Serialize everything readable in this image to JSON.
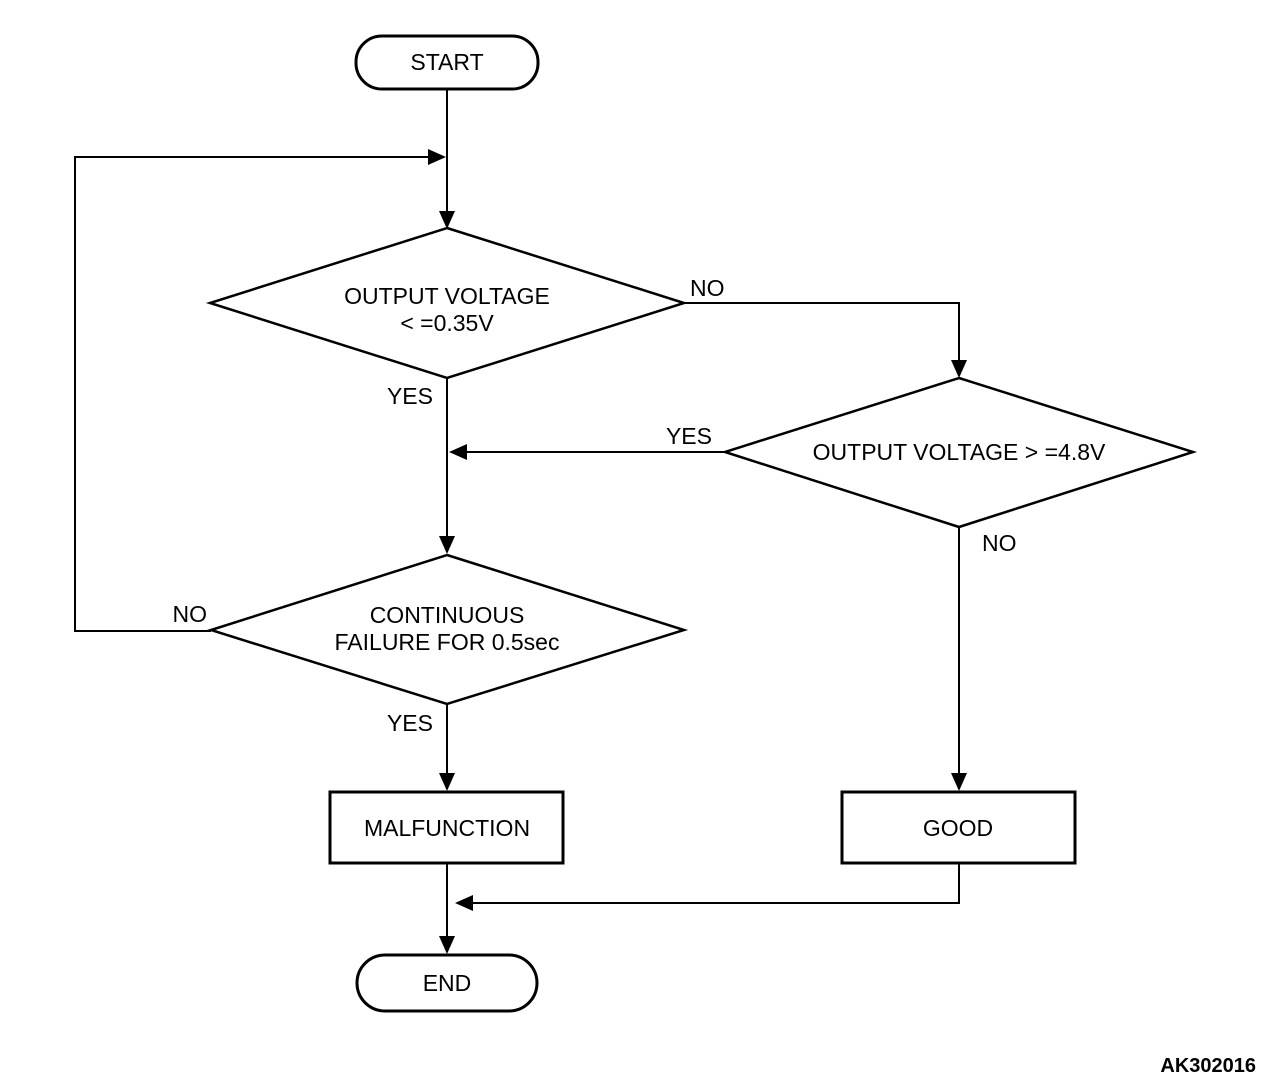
{
  "diagram": {
    "code": "AK302016",
    "colors": {
      "ink": "#000000",
      "background": "#ffffff"
    },
    "nodes": {
      "start": {
        "label": "START"
      },
      "decision_voltage_low": {
        "line1": "OUTPUT VOLTAGE",
        "line2": "< =0.35V"
      },
      "decision_voltage_high": {
        "label": "OUTPUT VOLTAGE > =4.8V"
      },
      "decision_continuous_failure": {
        "line1": "CONTINUOUS",
        "line2": "FAILURE FOR 0.5sec"
      },
      "malfunction": {
        "label": "MALFUNCTION"
      },
      "good": {
        "label": "GOOD"
      },
      "end": {
        "label": "END"
      }
    },
    "edge_labels": {
      "decision1_no": "NO",
      "decision1_yes": "YES",
      "decision2_yes": "YES",
      "decision2_no": "NO",
      "decision3_no": "NO",
      "decision3_yes": "YES"
    }
  }
}
